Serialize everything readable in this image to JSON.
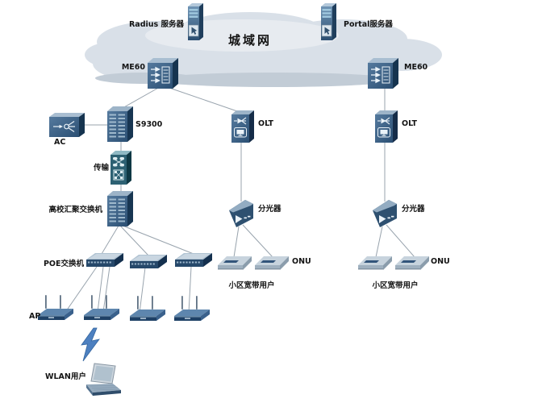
{
  "cloud": {
    "label": "城域网"
  },
  "nodes": {
    "radius_server": "Radius 服务器",
    "portal_server": "Portal服务器",
    "me60_left": "ME60",
    "me60_right": "ME60",
    "ac": "AC",
    "s9300": "S9300",
    "transmission": "传输",
    "campus_agg_switch": "高校汇聚交换机",
    "poe_switch": "POE交换机",
    "ap": "AP",
    "wlan_user": "WLAN用户",
    "olt_left": "OLT",
    "olt_right": "OLT",
    "splitter_left": "分光器",
    "splitter_right": "分光器",
    "onu_left": "ONU",
    "onu_right": "ONU",
    "broadband_users_left": "小区宽带用户",
    "broadband_users_right": "小区宽带用户"
  },
  "connections": [
    {
      "from": "ME60-left",
      "to": "S9300"
    },
    {
      "from": "ME60-left",
      "to": "OLT-left"
    },
    {
      "from": "ME60-right",
      "to": "OLT-right"
    },
    {
      "from": "AC",
      "to": "S9300"
    },
    {
      "from": "S9300",
      "to": "传输"
    },
    {
      "from": "传输",
      "to": "高校汇聚交换机"
    },
    {
      "from": "高校汇聚交换机",
      "to": "POE交换机-1"
    },
    {
      "from": "高校汇聚交换机",
      "to": "POE交换机-2"
    },
    {
      "from": "高校汇聚交换机",
      "to": "POE交换机-3"
    },
    {
      "from": "POE交换机-1",
      "to": "AP-1"
    },
    {
      "from": "POE交换机-1",
      "to": "AP-2"
    },
    {
      "from": "POE交换机-2",
      "to": "AP-3"
    },
    {
      "from": "POE交换机-3",
      "to": "AP-4"
    },
    {
      "from": "AP-2",
      "to": "WLAN用户",
      "type": "wireless"
    },
    {
      "from": "OLT-left",
      "to": "分光器-left"
    },
    {
      "from": "分光器-left",
      "to": "ONU-left-1"
    },
    {
      "from": "分光器-left",
      "to": "ONU-left-2"
    },
    {
      "from": "OLT-right",
      "to": "分光器-right"
    },
    {
      "from": "分光器-right",
      "to": "ONU-right-1"
    },
    {
      "from": "分光器-right",
      "to": "ONU-right-2"
    }
  ],
  "colors": {
    "cloud_fill": "#d9e0e8",
    "cloud_shadow": "#c2ccd6",
    "device_front": "#3e6285",
    "device_side": "#1c3a58",
    "device_top": "#a6bccf",
    "transmission_teal": "#2d6173",
    "connector_line": "#98a3ad",
    "lightning_blue": "#4d80c0",
    "label_text": "#141414"
  }
}
